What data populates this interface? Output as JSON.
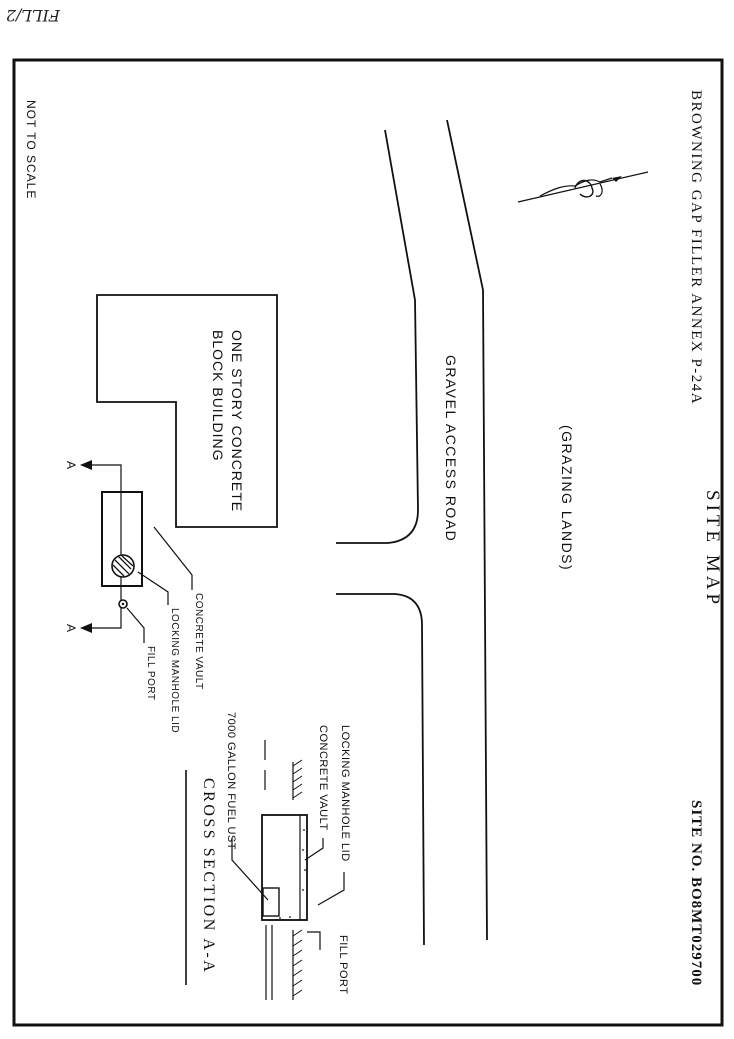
{
  "handwritten_note": "FILL/2",
  "project_name": "BROWNING GAP FILLER ANNEX P-24A",
  "site_number": "SITE NO. BO8MT029700",
  "drawing_title": "SITE MAP",
  "scale_note": "NOT TO SCALE",
  "grazing_label": "(GRAZING LANDS)",
  "road_label": "GRAVEL ACCESS ROAD",
  "building_label": [
    "ONE STORY CONCRETE",
    "BLOCK BUILDING"
  ],
  "section_marks": [
    "A",
    "A"
  ],
  "plan_callouts": {
    "concrete_vault": "CONCRETE VAULT",
    "manhole_lid": "LOCKING MANHOLE LID",
    "fill_port": "FILL PORT"
  },
  "cross_section": {
    "title": "CROSS SECTION A-A",
    "manhole_lid": "LOCKING MANHOLE LID",
    "concrete_vault": "CONCRETE VAULT",
    "fuel_ust": "7000 GALLON FUEL UST",
    "fill_port": "FILL PORT"
  },
  "colors": {
    "ink": "#111111",
    "paper": "#ffffff"
  },
  "icons": [
    "north-arrow-icon",
    "manhole-lid-icon",
    "fill-port-icon"
  ]
}
